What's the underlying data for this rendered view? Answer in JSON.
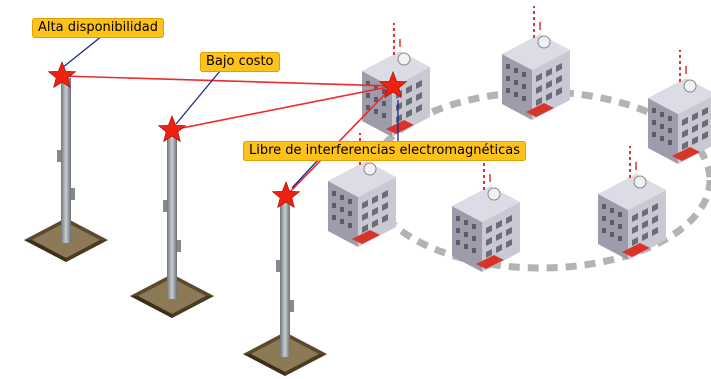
{
  "labels": {
    "high_availability": "Alta disponibilidad",
    "low_cost": "Bajo costo",
    "interference_free": "Libre de interferencias electromagnéticas"
  },
  "colors": {
    "callout_bg": "#ffc21a",
    "star": "#ee2211",
    "link_line": "#ee2a2a",
    "leader_line": "#1a2a8a",
    "ring": "#b3b3b3"
  },
  "icons": [
    "radio-tower-icon",
    "building-icon",
    "star-icon",
    "antenna-icon"
  ]
}
